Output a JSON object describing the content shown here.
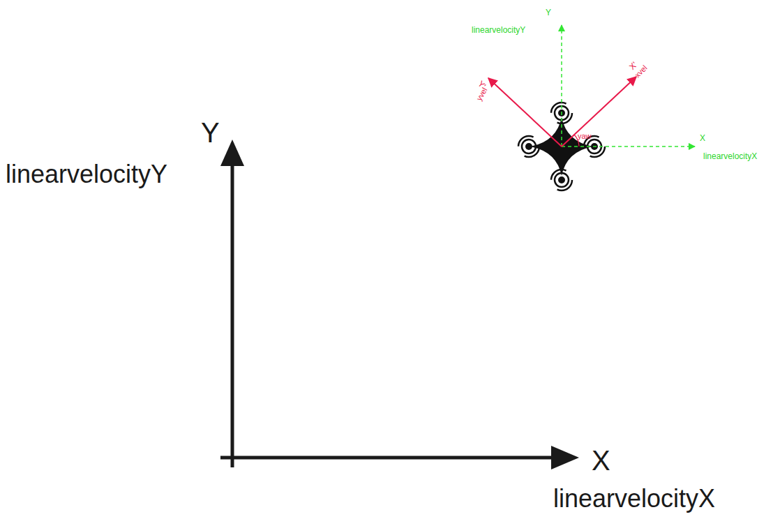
{
  "diagram": {
    "labels": [
      "Y",
      "linearvelocityY",
      "X",
      "linearvelocityX",
      "Y",
      "linearvelocityY",
      "X",
      "linearvelocityX",
      "X'",
      "xvel",
      "Y'",
      "yvel",
      "yaw"
    ]
  }
}
